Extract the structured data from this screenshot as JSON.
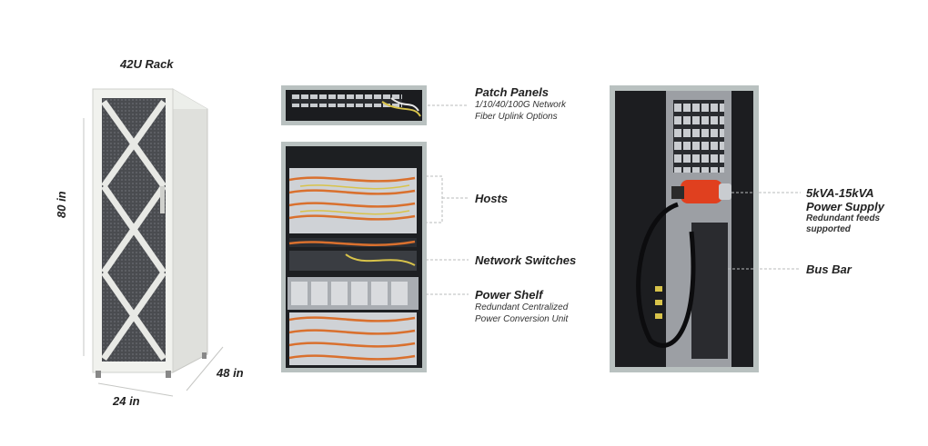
{
  "rack": {
    "title": "42U Rack",
    "height_label": "80 in",
    "width_label": "24 in",
    "depth_label": "48 in"
  },
  "callouts": {
    "patch_panels": {
      "title": "Patch Panels",
      "line1": "1/10/40/100G Network",
      "line2": "Fiber Uplink Options"
    },
    "hosts": {
      "title": "Hosts"
    },
    "network_switches": {
      "title": "Network Switches"
    },
    "power_shelf": {
      "title": "Power Shelf",
      "line1": "Redundant Centralized",
      "line2": "Power Conversion Unit"
    },
    "power_supply": {
      "title1": "5kVA-15kVA",
      "title2": "Power Supply",
      "line1": "Redundant feeds",
      "line2": "supported"
    },
    "bus_bar": {
      "title": "Bus Bar"
    }
  },
  "colors": {
    "frame": "#b9c1c0",
    "rack_body": "#e9eae6",
    "cable_orange": "#d9702e",
    "cable_yellow": "#d8c34a",
    "connector_red": "#e0401f",
    "server_dark": "#1d1f22"
  }
}
